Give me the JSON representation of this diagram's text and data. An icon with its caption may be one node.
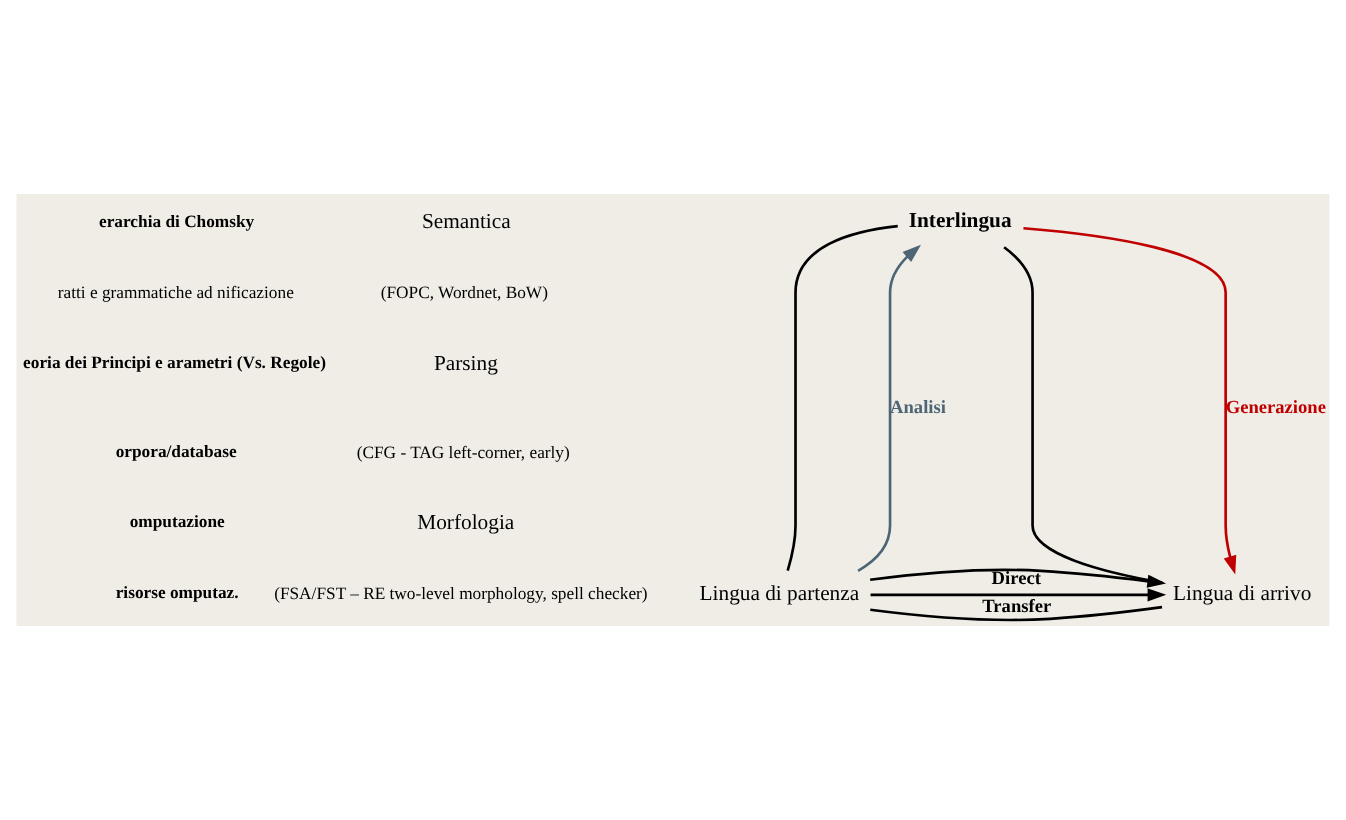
{
  "diagram": {
    "nodes": [
      {
        "text": [
          "Lingua di partenza"
        ]
      },
      {
        "text": [
          "Interlingua"
        ]
      },
      {
        "text": [
          "Lingua di arrivo"
        ]
      }
    ],
    "edges": [
      {
        "from": 0,
        "to": 1,
        "arrow": "none"
      },
      {
        "from": 1,
        "to": 2,
        "arrow": "none"
      },
      {
        "from": 0,
        "to": 2,
        "arrow": "none"
      },
      {
        "from": 0,
        "to": 1,
        "arrow": "to",
        "label": "Analisi",
        "color": "#4d6575"
      },
      {
        "from": 1,
        "to": 2,
        "arrow": "to",
        "label": "Generazione",
        "color": "#c00000"
      },
      {
        "from": 0,
        "to": 2,
        "arrow": "to",
        "label": "Transfer"
      },
      {
        "from": 0,
        "to": 2,
        "arrow": "to",
        "label": "Direct"
      }
    ],
    "labels": [
      "erarchia di Chomsky",
      "ratti e grammatiche ad nificazione",
      "eoria dei Principi e arametri (Vs. Regole)",
      "orpora/database",
      "omputazione",
      "risorse omputaz.",
      "Semantica",
      "(FOPC, Wordnet, BoW)",
      "Parsing",
      "(CFG - TAG left-corner, early)",
      "Morfologia",
      "(FSA/FST – RE two-level morphology, spell checker)"
    ]
  }
}
